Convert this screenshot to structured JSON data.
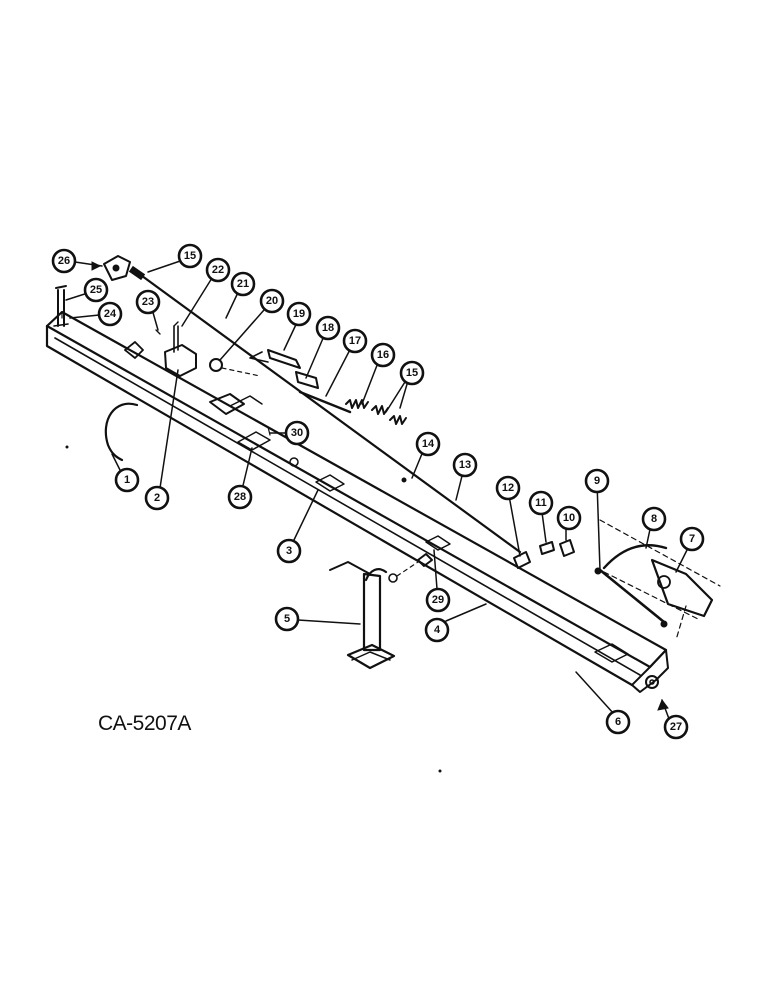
{
  "drawing_code": "CA-5207A",
  "callouts": [
    "1",
    "2",
    "3",
    "4",
    "5",
    "6",
    "7",
    "8",
    "9",
    "10",
    "11",
    "12",
    "13",
    "14",
    "15",
    "15",
    "16",
    "17",
    "18",
    "19",
    "20",
    "21",
    "22",
    "23",
    "24",
    "25",
    "26",
    "27",
    "28",
    "29",
    "30"
  ]
}
